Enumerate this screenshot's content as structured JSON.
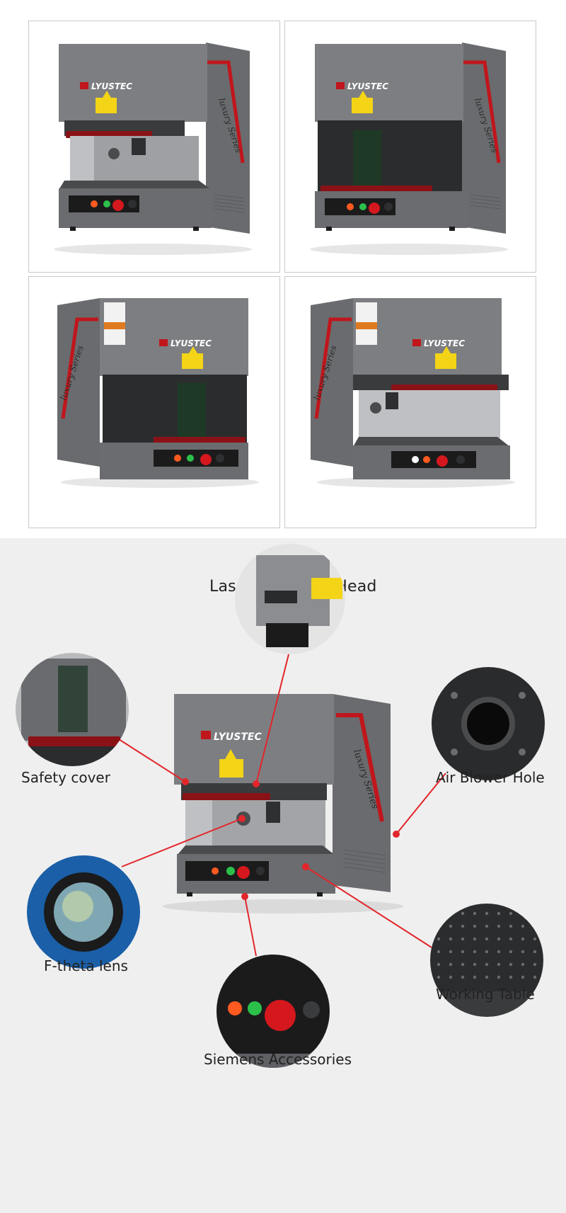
{
  "brand": {
    "name": "LYUSTEC",
    "series": "luxury Series"
  },
  "colors": {
    "body": "#7a7b7e",
    "body_dark": "#5f6063",
    "base": "#6b6c6f",
    "accent_red": "#c0161c",
    "window": "#1e2a22",
    "warning_yellow": "#f3d417",
    "background": "#efefef",
    "callout_line": "#e2262b"
  },
  "photo_grid": {
    "tiles": [
      {
        "name": "open-front-view-right"
      },
      {
        "name": "closed-front-view-right"
      },
      {
        "name": "closed-front-view-left"
      },
      {
        "name": "open-front-view-left"
      }
    ]
  },
  "features": {
    "title": "Laser Scanning Head",
    "callouts": [
      {
        "key": "safety_cover",
        "label": "Safety cover"
      },
      {
        "key": "air_blower",
        "label": "Air Blower Hole"
      },
      {
        "key": "ftheta",
        "label": "F-theta lens"
      },
      {
        "key": "working_table",
        "label": "Working Table"
      },
      {
        "key": "siemens",
        "label": "Siemens Accessories"
      }
    ]
  }
}
